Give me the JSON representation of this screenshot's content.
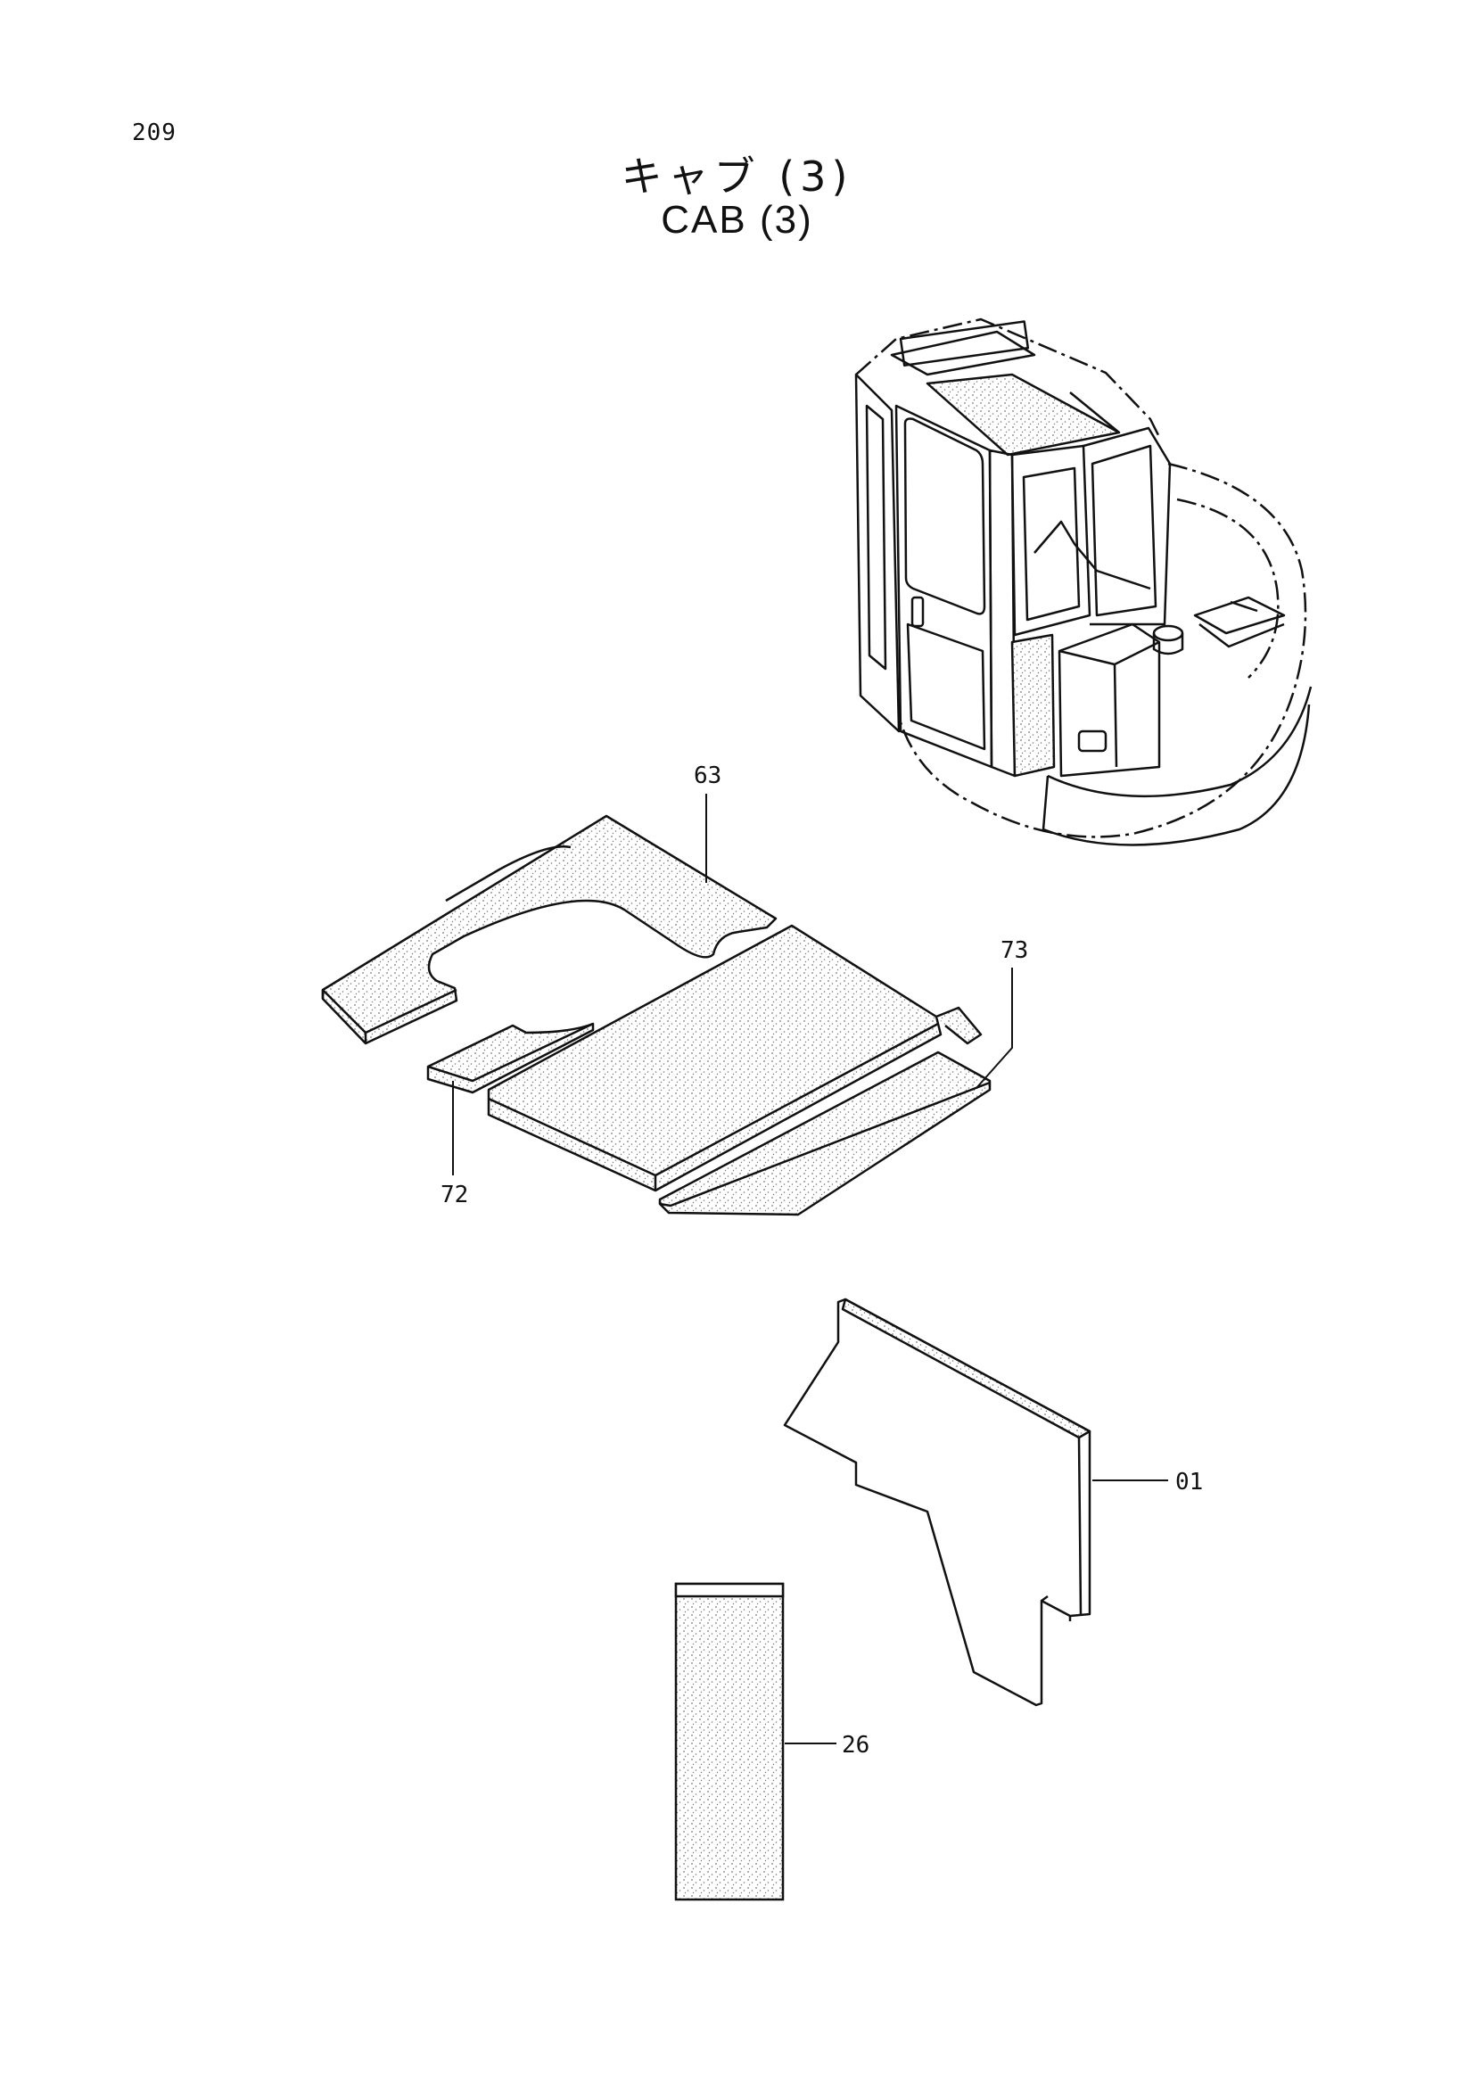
{
  "page": {
    "number": "209",
    "title_jp": "キャブ (3)",
    "title_en": "CAB (3)"
  },
  "callouts": {
    "c63": "63",
    "c73": "73",
    "c72": "72",
    "c01": "01",
    "c26": "26"
  },
  "colors": {
    "ink": "#111111",
    "background": "#ffffff",
    "stipple": "#7a7a7a"
  }
}
